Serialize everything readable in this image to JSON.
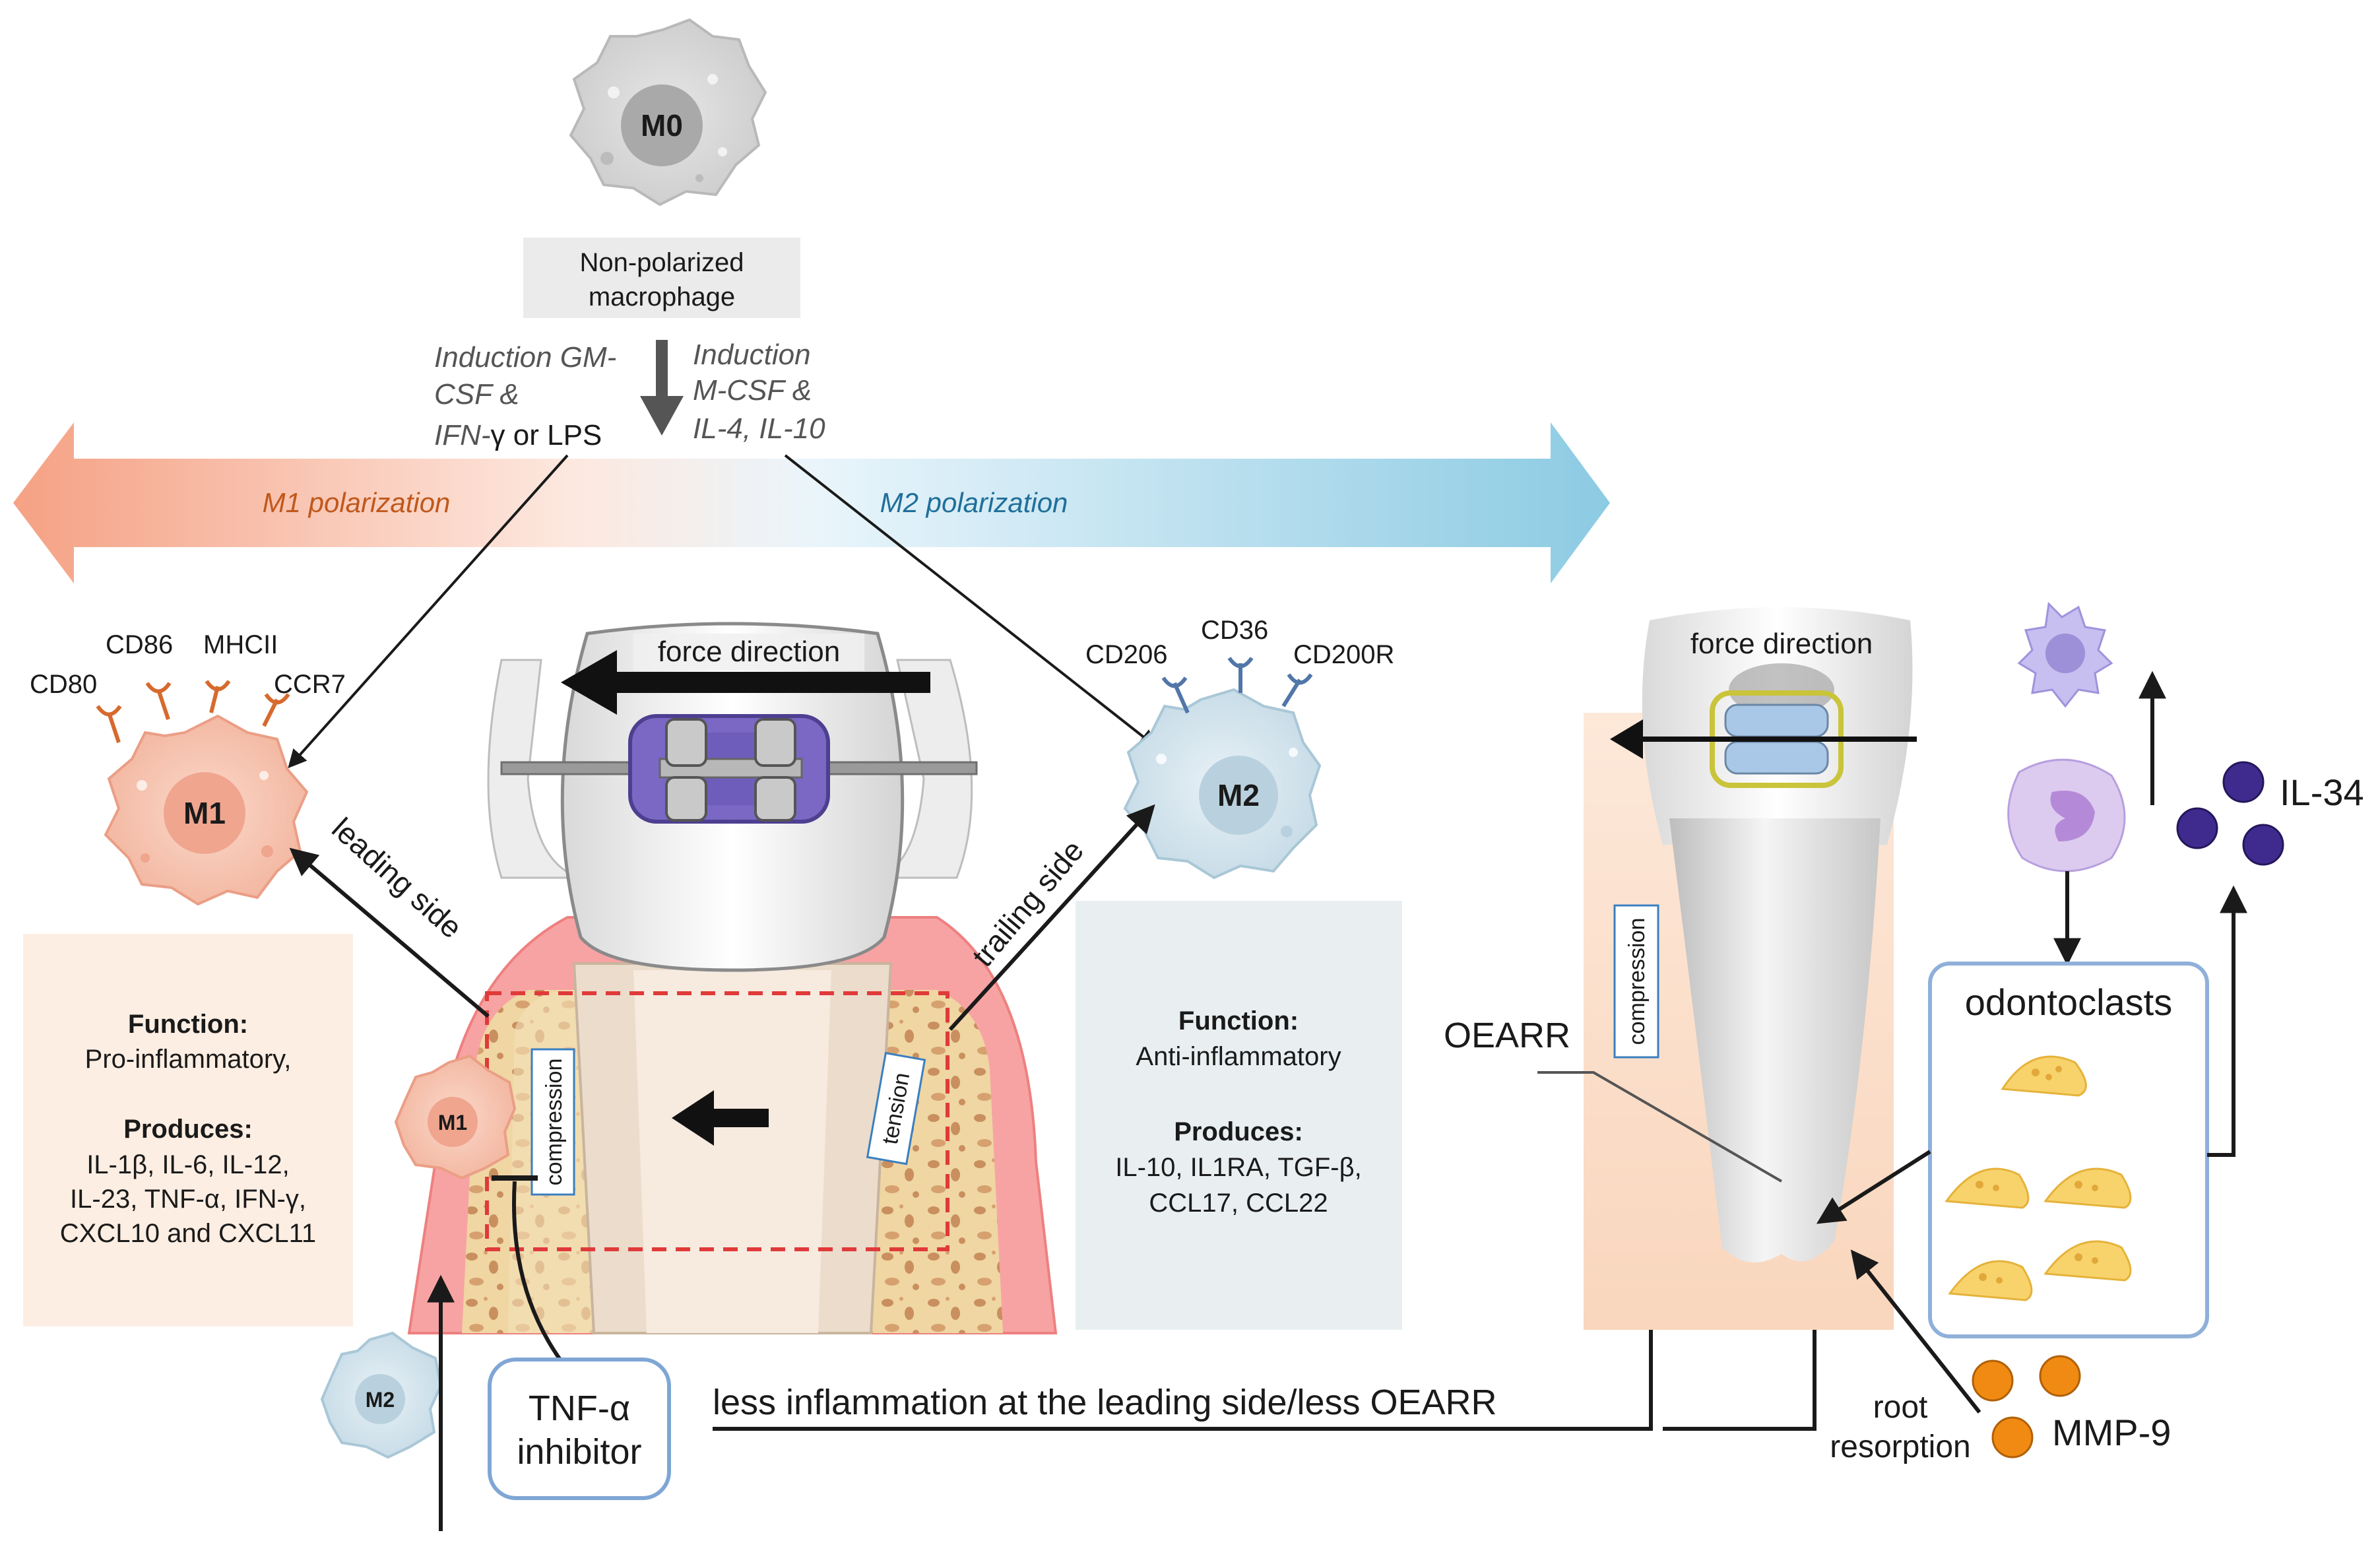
{
  "m0": {
    "cell_label": "M0",
    "caption_line1": "Non-polarized",
    "caption_line2": "macrophage"
  },
  "induction_m1": {
    "line1": "Induction GM-",
    "line2": "CSF &",
    "line3_italic": "IFN-",
    "line3_rest": "γ or LPS"
  },
  "induction_m2": {
    "line1": "Induction",
    "line2": "M-CSF &",
    "line3": "IL-4, IL-10"
  },
  "polarization": {
    "m1_label": "M1 polarization",
    "m2_label": "M2 polarization"
  },
  "m1": {
    "cell_label": "M1",
    "markers": [
      "CD80",
      "CD86",
      "MHCII",
      "CCR7"
    ],
    "function_heading": "Function:",
    "function_text": "Pro-inflammatory,",
    "produces_heading": "Produces:",
    "produces_lines": [
      "IL-1β, IL-6, IL-12,",
      "IL-23, TNF-α, IFN-γ,",
      "CXCL10 and CXCL11"
    ]
  },
  "m2": {
    "cell_label": "M2",
    "markers": [
      "CD206",
      "CD36",
      "CD200R"
    ],
    "function_heading": "Function:",
    "function_text": "Anti-inflammatory",
    "produces_heading": "Produces:",
    "produces_lines": [
      "IL-10, IL1RA, TGF-β,",
      "CCL17, CCL22"
    ]
  },
  "tooth_left": {
    "force_label": "force direction",
    "leading_side": "leading side",
    "trailing_side": "trailing side",
    "compression": "compression",
    "tension": "tension",
    "small_m1": "M1",
    "small_m2": "M2"
  },
  "tooth_right": {
    "force_label": "force direction",
    "compression": "compression",
    "oearr": "OEARR",
    "odontoclasts": "odontoclasts",
    "il34": "IL-34",
    "mmp9": "MMP-9",
    "root_resorption_line1": "root",
    "root_resorption_line2": "resorption"
  },
  "inhibitor": {
    "line1": "TNF-α",
    "line2": "inhibitor",
    "effect": "less inflammation at the leading side/less OEARR"
  },
  "colors": {
    "m1_accent": "#c0581c",
    "m2_accent": "#1f6f9a",
    "m1_cell": "#f6c9b7",
    "m2_cell": "#dbe8ef",
    "gum": "#f28f8f",
    "bone": "#efd9a9",
    "odontoclast": "#f8d36c",
    "mmp9": "#f08a12",
    "il34": "#3f2b8e"
  }
}
